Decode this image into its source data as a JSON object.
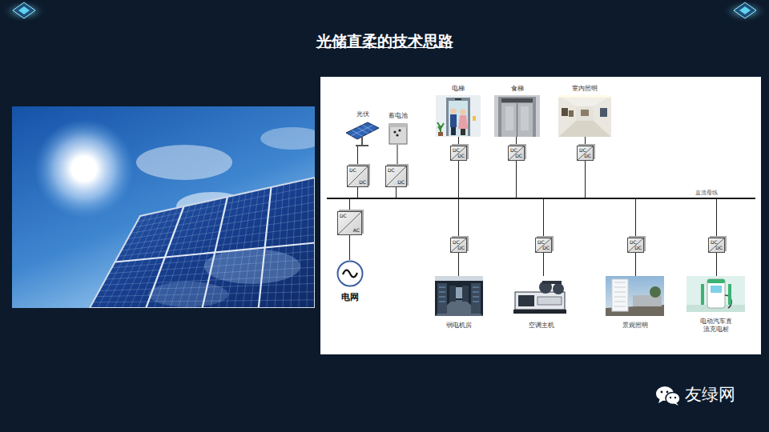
{
  "diagram": {
    "title": "光储直柔的技术思路",
    "nodes": [
      {
        "text": [
          "光伏"
        ]
      },
      {
        "text": [
          "蓄电池"
        ]
      },
      {
        "text": [
          "电梯"
        ]
      },
      {
        "text": [
          "食梯"
        ]
      },
      {
        "text": [
          "室内照明"
        ]
      },
      {
        "text": [
          "DC",
          "DC"
        ]
      },
      {
        "text": [
          "DC",
          "DC"
        ]
      },
      {
        "text": [
          "DC",
          "DC"
        ]
      },
      {
        "text": [
          "DC",
          "DC"
        ]
      },
      {
        "text": [
          "DC",
          "DC"
        ]
      },
      {
        "text": [
          "直流母线"
        ]
      },
      {
        "text": [
          "DC",
          "AC"
        ]
      },
      {
        "text": [
          "DC",
          "DC"
        ]
      },
      {
        "text": [
          "DC",
          "DC"
        ]
      },
      {
        "text": [
          "DC",
          "DC"
        ]
      },
      {
        "text": [
          "DC",
          "DC"
        ]
      },
      {
        "text": [
          "电网"
        ]
      },
      {
        "text": [
          "弱电机房"
        ]
      },
      {
        "text": [
          "空调主机"
        ]
      },
      {
        "text": [
          "景观照明"
        ]
      },
      {
        "text": [
          "电动汽车直 流充电桩"
        ]
      }
    ],
    "edges": [
      {
        "from": 0,
        "to": 5,
        "arrow": "none"
      },
      {
        "from": 5,
        "to": 10,
        "arrow": "none"
      },
      {
        "from": 1,
        "to": 6,
        "arrow": "none"
      },
      {
        "from": 6,
        "to": 10,
        "arrow": "none"
      },
      {
        "from": 2,
        "to": 7,
        "arrow": "none"
      },
      {
        "from": 7,
        "to": 10,
        "arrow": "none"
      },
      {
        "from": 3,
        "to": 8,
        "arrow": "none"
      },
      {
        "from": 8,
        "to": 10,
        "arrow": "none"
      },
      {
        "from": 4,
        "to": 9,
        "arrow": "none"
      },
      {
        "from": 9,
        "to": 10,
        "arrow": "none"
      },
      {
        "from": 10,
        "to": 11,
        "arrow": "none"
      },
      {
        "from": 11,
        "to": 16,
        "arrow": "none"
      },
      {
        "from": 10,
        "to": 12,
        "arrow": "none"
      },
      {
        "from": 12,
        "to": 17,
        "arrow": "none"
      },
      {
        "from": 10,
        "to": 13,
        "arrow": "none"
      },
      {
        "from": 13,
        "to": 18,
        "arrow": "none"
      },
      {
        "from": 10,
        "to": 14,
        "arrow": "none"
      },
      {
        "from": 14,
        "to": 19,
        "arrow": "none"
      },
      {
        "from": 10,
        "to": 15,
        "arrow": "none"
      },
      {
        "from": 15,
        "to": 20,
        "arrow": "none"
      }
    ],
    "labels": [
      "友绿网"
    ]
  }
}
